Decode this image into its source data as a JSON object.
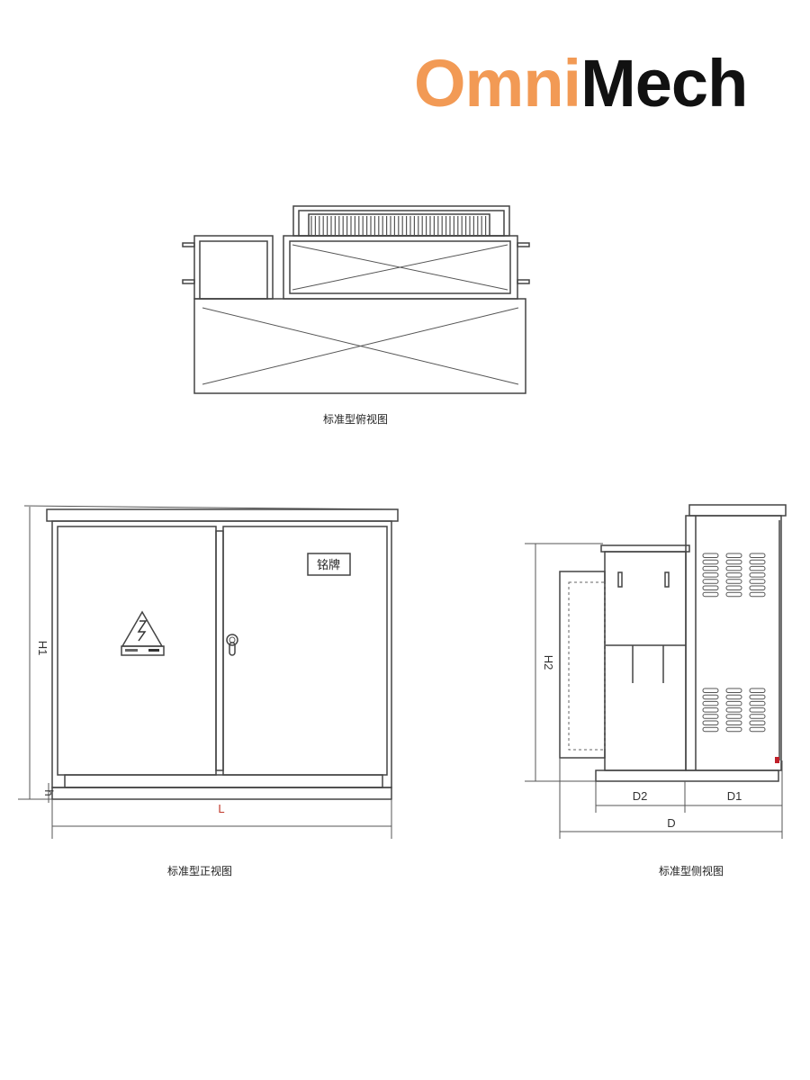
{
  "logo": {
    "part1": "Omni",
    "part2": "Mech",
    "colors": {
      "part1": "#f29a55",
      "part2": "#111111"
    }
  },
  "top_view": {
    "caption": "标准型俯视图"
  },
  "front_view": {
    "caption": "标准型正视图",
    "nameplate": "铭牌",
    "dim_height": "H1",
    "dim_base": "h",
    "dim_length": "L",
    "warning_icon": "high-voltage-warning-icon"
  },
  "side_view": {
    "caption": "标准型侧视图",
    "dim_height": "H2",
    "dim_d1": "D1",
    "dim_d2": "D2",
    "dim_depth": "D"
  }
}
